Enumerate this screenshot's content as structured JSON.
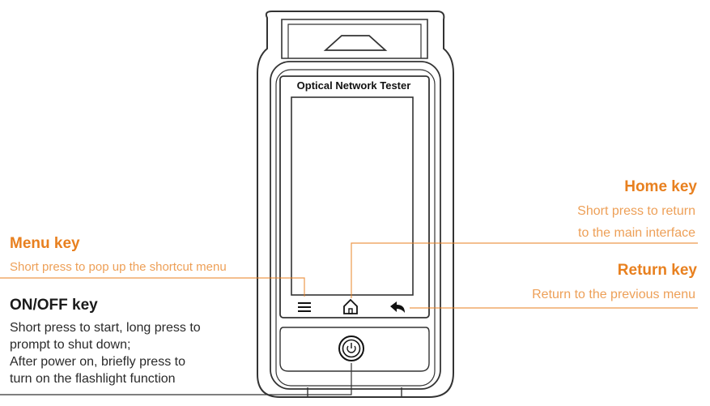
{
  "device": {
    "screen_title": "Optical Network Tester"
  },
  "callouts": {
    "home_key": {
      "title": "Home key",
      "desc_line1": "Short press to return",
      "desc_line2": "to the main interface"
    },
    "menu_key": {
      "title": "Menu key",
      "desc": "Short press to pop up the shortcut menu"
    },
    "return_key": {
      "title": "Return key",
      "desc": "Return to the previous menu"
    },
    "onoff_key": {
      "title": "ON/OFF key",
      "desc_line1": "Short press to start, long press to",
      "desc_line2": "prompt to shut down;",
      "desc_line3": "After power on, briefly press to",
      "desc_line4": "turn on the flashlight function"
    }
  },
  "icons": [
    "menu-icon",
    "home-icon",
    "return-arrow-icon",
    "power-icon"
  ],
  "colors": {
    "accent": "#e8801f",
    "text_dark": "#1a1a1a",
    "outline": "#333333"
  }
}
